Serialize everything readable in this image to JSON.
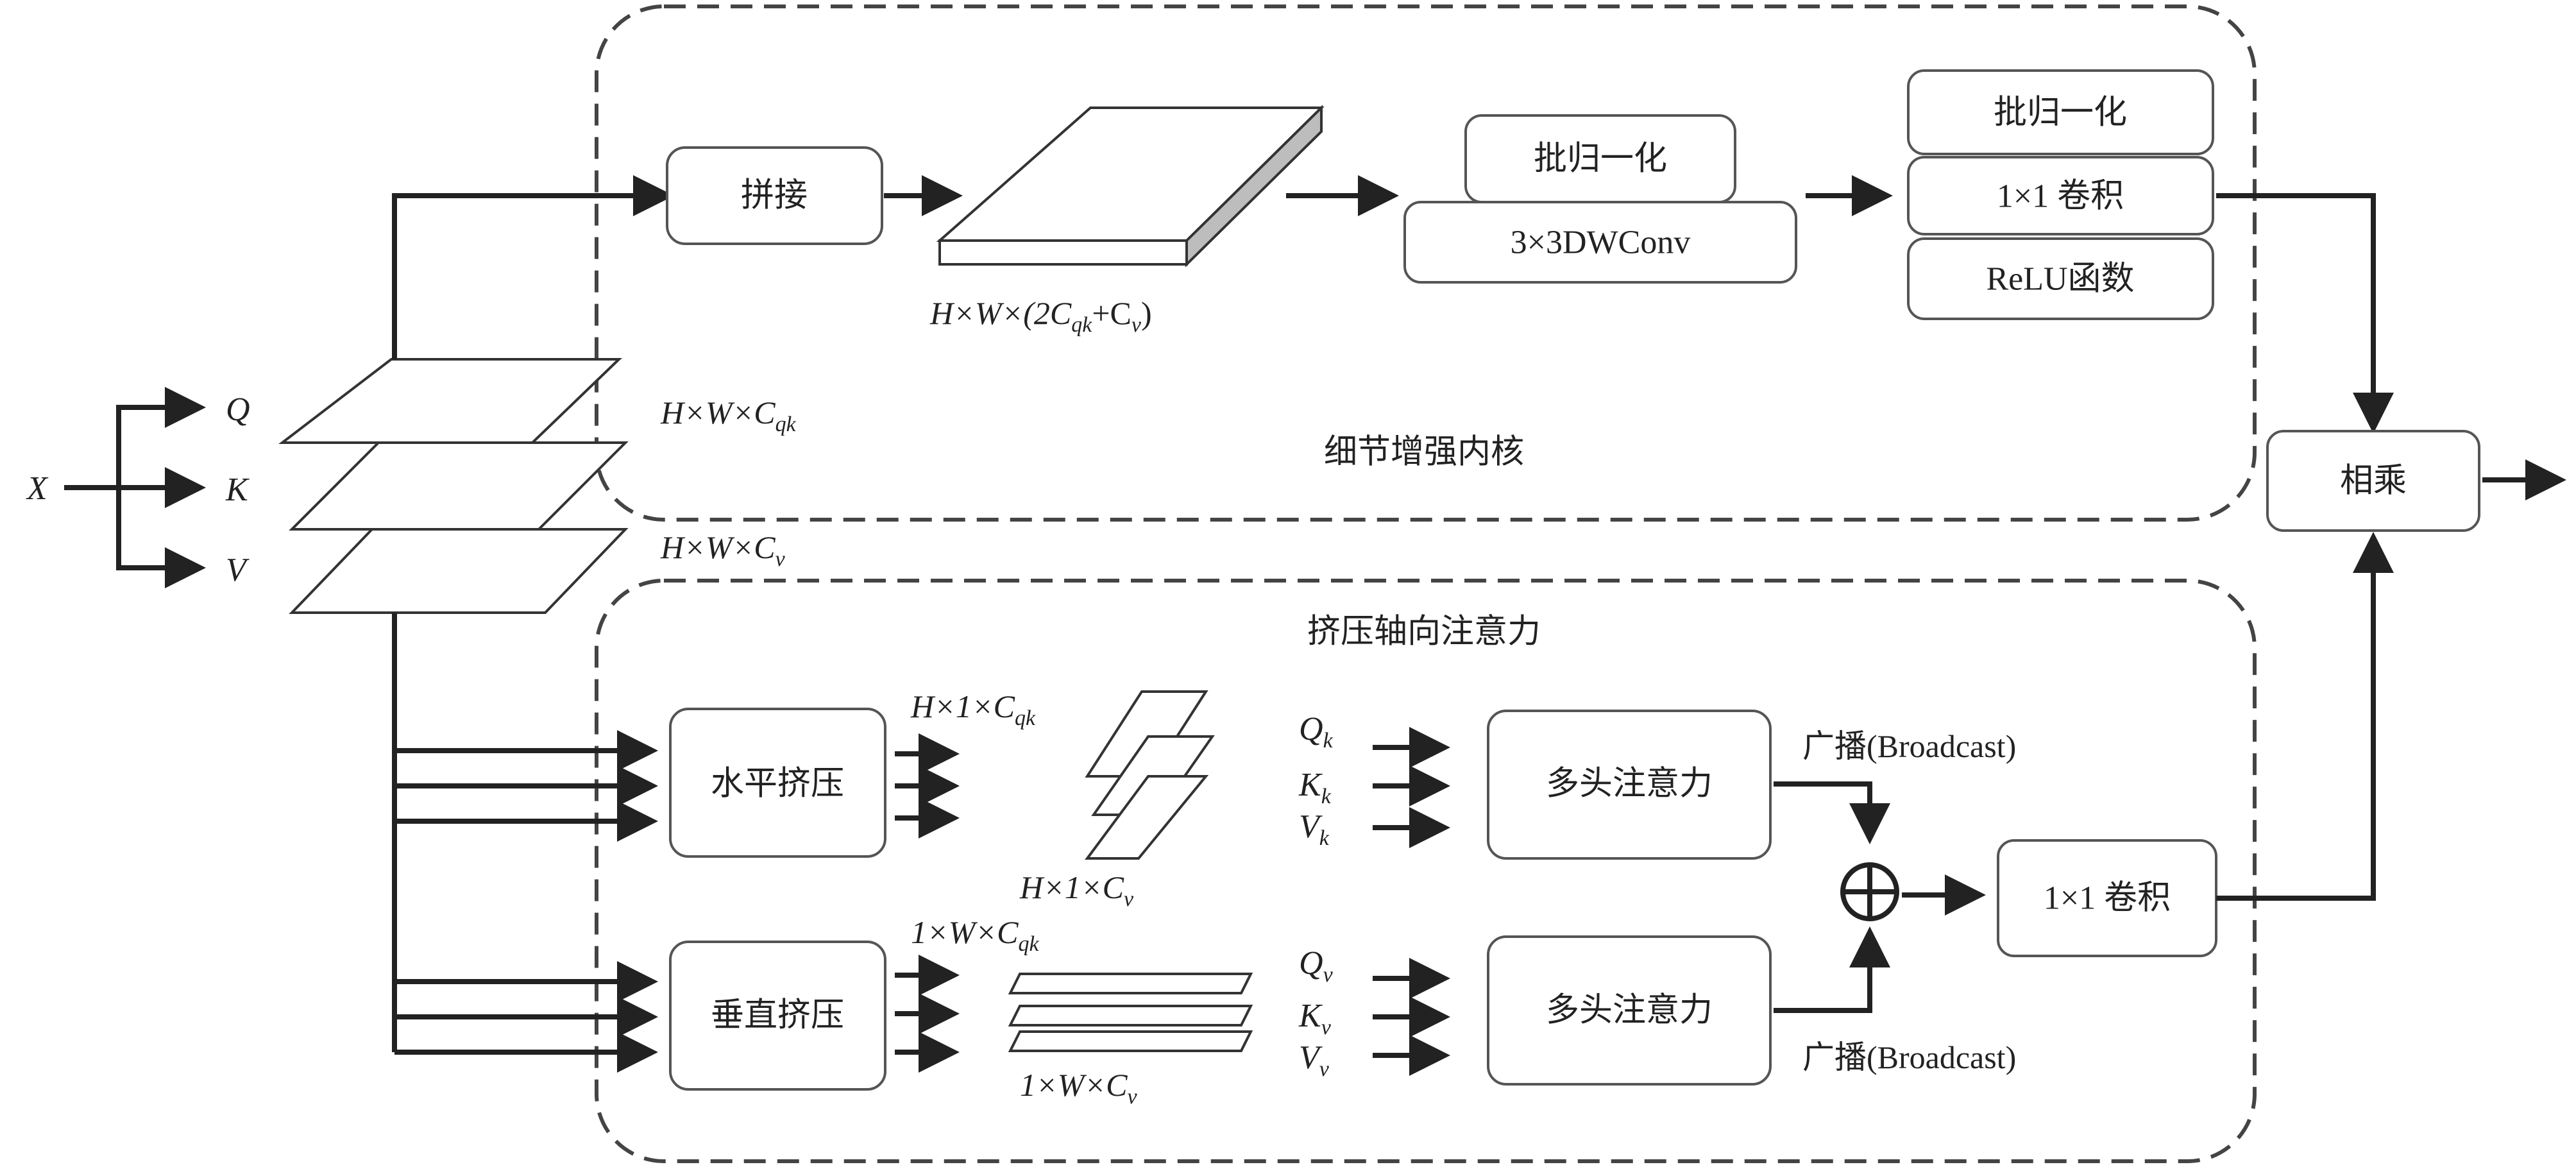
{
  "input": {
    "x": "X",
    "q": "Q",
    "k": "K",
    "v": "V"
  },
  "detail_branch": {
    "title": "细节增强内核",
    "concat": "拼接",
    "concat_dim": {
      "part1": "H×W×(2C",
      "sub1": "qk",
      "part2": "+C",
      "sub2": "v",
      "part3": ")"
    },
    "bn_a": "批归一化",
    "dwconv": "3×3DWConv",
    "bn_b": "批归一化",
    "conv1x1": "1×1 卷积",
    "relu": "ReLU函数"
  },
  "dims": {
    "hwcqk": {
      "main": "H×W×C",
      "sub": "qk"
    },
    "hwcv": {
      "main": "H×W×C",
      "sub": "v"
    }
  },
  "multiply": "相乘",
  "axial_branch": {
    "title": "挤压轴向注意力",
    "h_squeeze": "水平挤压",
    "v_squeeze": "垂直挤压",
    "h_dim_qk": {
      "main": "H×1×C",
      "sub": "qk"
    },
    "h_dim_v": {
      "main": "H×1×C",
      "sub": "v"
    },
    "v_dim_qk": {
      "main": "1×W×C",
      "sub": "qk"
    },
    "v_dim_v": {
      "main": "1×W×C",
      "sub": "v"
    },
    "qk_k": "Q",
    "sub_k": "k",
    "kk_k": "K",
    "vk_k": "V",
    "qv_v": "Q",
    "sub_v": "v",
    "kv_v": "K",
    "vv_v": "V",
    "mha_top": "多头注意力",
    "mha_bottom": "多头注意力",
    "broadcast_top": "广播(Broadcast)",
    "broadcast_bottom": "广播(Broadcast)",
    "plus": "⊕",
    "conv1x1": "1×1 卷积"
  }
}
